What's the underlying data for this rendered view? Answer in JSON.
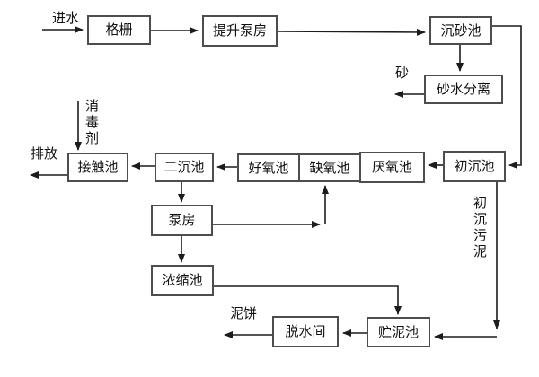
{
  "diagram": {
    "kind": "wastewater-treatment-process-flowchart",
    "colors": {
      "line": "#1c1c1c",
      "box_border": "#4d4d4d",
      "box_fill": "#ffffff",
      "text": "#111111",
      "background": "#ffffff"
    }
  },
  "nodes": {
    "grid_screen": {
      "label": "格栅"
    },
    "lift_pump_house": {
      "label": "提升泵房"
    },
    "grit_chamber": {
      "label": "沉砂池"
    },
    "sand_water_separator": {
      "label": "砂水分离"
    },
    "primary_sedimentation_tank": {
      "label": "初沉池"
    },
    "anaerobic_tank": {
      "label": "厌氧池"
    },
    "anoxic_tank": {
      "label": "缺氧池"
    },
    "aerobic_tank": {
      "label": "好氧池"
    },
    "secondary_sedimentation_tank": {
      "label": "二沉池"
    },
    "contact_tank": {
      "label": "接触池"
    },
    "pump_house": {
      "label": "泵房"
    },
    "thickening_tank": {
      "label": "浓缩池"
    },
    "sludge_storage_tank": {
      "label": "贮泥池"
    },
    "dewatering_room": {
      "label": "脱水间"
    }
  },
  "stream_labels": {
    "influent": "进水",
    "sand": "砂",
    "discharge": "排放",
    "disinfectant": "消毒剂",
    "primary_sludge": "初沉污泥",
    "sludge_cake": "泥饼"
  }
}
